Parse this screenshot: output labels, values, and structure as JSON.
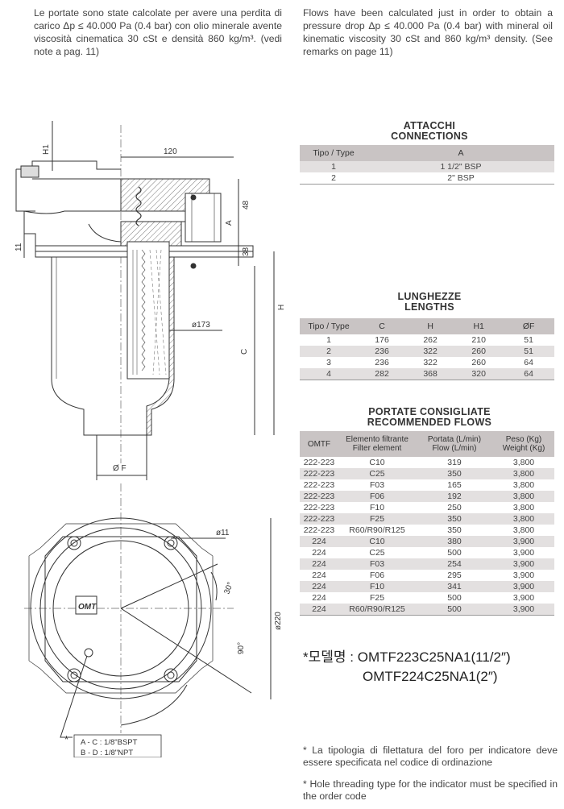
{
  "intro": {
    "italian": "Le portate sono state calcolate per avere una perdita di carico Δp ≤ 40.000 Pa (0.4 bar) con olio minerale avente viscosità cinematica 30 cSt e densità 860 kg/m³. (vedi note a pag. 11)",
    "english": "Flows have been calculated just in order to obtain a pressure drop Δp ≤ 40.000 Pa (0.4 bar) with mineral oil kinematic viscosity 30 cSt and 860 kg/m³ density. (See remarks on page 11)"
  },
  "drawing": {
    "labels": {
      "h1": "H1",
      "dim120": "120",
      "dim48": "48",
      "dimA": "A",
      "dim38": "38",
      "dim11": "11",
      "h": "H",
      "c": "C",
      "dia173": "ø173",
      "phiF": "Ø F",
      "dia11": "ø11",
      "angle30": "30°",
      "angle90": "90°",
      "dia220": "ø220",
      "logo": "OMT",
      "asterisk": "*",
      "legend_line1": "A - C : 1/8\"BSPT",
      "legend_line2": "B - D : 1/8\"NPT"
    }
  },
  "connections": {
    "title_it": "ATTACCHI",
    "title_en": "CONNECTIONS",
    "headers": [
      "Tipo / Type",
      "A"
    ],
    "rows": [
      [
        "1",
        "1 1/2\" BSP"
      ],
      [
        "2",
        "2\" BSP"
      ]
    ]
  },
  "lengths": {
    "title_it": "LUNGHEZZE",
    "title_en": "LENGTHS",
    "headers": [
      "Tipo / Type",
      "C",
      "H",
      "H1",
      "ØF"
    ],
    "rows": [
      [
        "1",
        "176",
        "262",
        "210",
        "51"
      ],
      [
        "2",
        "236",
        "322",
        "260",
        "51"
      ],
      [
        "3",
        "236",
        "322",
        "260",
        "64"
      ],
      [
        "4",
        "282",
        "368",
        "320",
        "64"
      ]
    ]
  },
  "flows": {
    "title_it": "PORTATE CONSIGLIATE",
    "title_en": "RECOMMENDED FLOWS",
    "headers": {
      "omtf": "OMTF",
      "element_it": "Elemento filtrante",
      "element_en": "Filter element",
      "flow_it": "Portata (L/min)",
      "flow_en": "Flow (L/min)",
      "weight_it": "Peso (Kg)",
      "weight_en": "Weight (Kg)"
    },
    "rows": [
      [
        "222-223",
        "C10",
        "319",
        "3,800"
      ],
      [
        "222-223",
        "C25",
        "350",
        "3,800"
      ],
      [
        "222-223",
        "F03",
        "165",
        "3,800"
      ],
      [
        "222-223",
        "F06",
        "192",
        "3,800"
      ],
      [
        "222-223",
        "F10",
        "250",
        "3,800"
      ],
      [
        "222-223",
        "F25",
        "350",
        "3,800"
      ],
      [
        "222-223",
        "R60/R90/R125",
        "350",
        "3,800"
      ],
      [
        "224",
        "C10",
        "380",
        "3,900"
      ],
      [
        "224",
        "C25",
        "500",
        "3,900"
      ],
      [
        "224",
        "F03",
        "254",
        "3,900"
      ],
      [
        "224",
        "F06",
        "295",
        "3,900"
      ],
      [
        "224",
        "F10",
        "341",
        "3,900"
      ],
      [
        "224",
        "F25",
        "500",
        "3,900"
      ],
      [
        "224",
        "R60/R90/R125",
        "500",
        "3,900"
      ]
    ]
  },
  "model": {
    "prefix": "*모델명 : ",
    "line1": "OMTF223C25NA1(11/2″)",
    "line2": "OMTF224C25NA1(2″)"
  },
  "notes": {
    "italian": "* La tipologia di filettatura del foro per indicatore deve essere specificata nel codice di ordinazione",
    "english": "* Hole threading type for the indicator must be specified in the order code"
  }
}
